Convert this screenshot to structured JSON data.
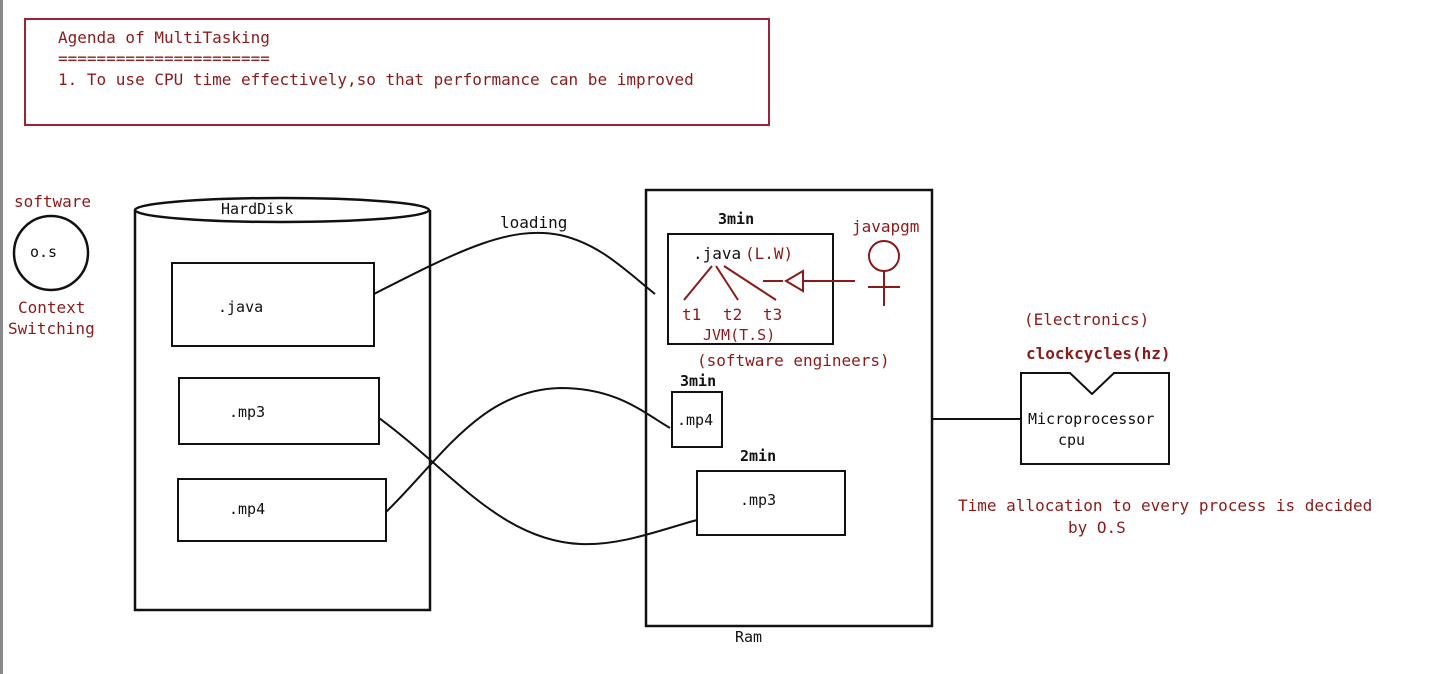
{
  "agenda": {
    "title": "Agenda of MultiTasking",
    "underline": "======================",
    "point": "1. To use CPU time effectively,so that performance can be improved"
  },
  "os": {
    "label_top": "software",
    "circle_label": "o.s",
    "caption_line1": "Context",
    "caption_line2": "Switching"
  },
  "harddisk": {
    "label": "HardDisk",
    "files": [
      ".java",
      ".mp3",
      ".mp4"
    ]
  },
  "loading_label": "loading",
  "ram": {
    "label": "Ram",
    "java_block": {
      "time": "3min",
      "file": ".java",
      "lw": "(L.W)",
      "threads": [
        "t1",
        "t2",
        "t3"
      ],
      "jvm": "JVM(T.S)"
    },
    "javapgm": "javapgm",
    "engineers": "(software engineers)",
    "mp4_block": {
      "time": "3min",
      "file": ".mp4"
    },
    "mp3_block": {
      "time": "2min",
      "file": ".mp3"
    }
  },
  "cpu": {
    "electronics": "(Electronics)",
    "clock": "clockcycles(hz)",
    "line1": "Microprocessor",
    "line2": "cpu"
  },
  "note": {
    "line1": "Time allocation to every process is decided",
    "line2": "by O.S"
  },
  "colors": {
    "accent": "#8b1a1a",
    "agenda_border": "#9b2335",
    "ink": "#111111"
  }
}
